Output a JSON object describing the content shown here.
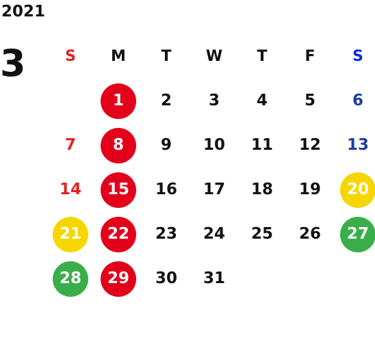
{
  "calendar": {
    "year": "2021",
    "month": "3",
    "weekdays": [
      "S",
      "M",
      "T",
      "W",
      "T",
      "F",
      "S"
    ],
    "weekday_colors": [
      "#e2241d",
      "#111111",
      "#111111",
      "#111111",
      "#111111",
      "#111111",
      "#0a2ee6"
    ],
    "weeks": [
      [
        null,
        {
          "day": "1",
          "mark": "red"
        },
        {
          "day": "2"
        },
        {
          "day": "3"
        },
        {
          "day": "4"
        },
        {
          "day": "5"
        },
        {
          "day": "6",
          "style": "sat"
        }
      ],
      [
        {
          "day": "7",
          "style": "sun"
        },
        {
          "day": "8",
          "mark": "red"
        },
        {
          "day": "9"
        },
        {
          "day": "10"
        },
        {
          "day": "11"
        },
        {
          "day": "12"
        },
        {
          "day": "13",
          "style": "sat"
        }
      ],
      [
        {
          "day": "14",
          "style": "sun"
        },
        {
          "day": "15",
          "mark": "red"
        },
        {
          "day": "16"
        },
        {
          "day": "17"
        },
        {
          "day": "18"
        },
        {
          "day": "19"
        },
        {
          "day": "20",
          "mark": "yellow"
        }
      ],
      [
        {
          "day": "21",
          "mark": "yellow"
        },
        {
          "day": "22",
          "mark": "red"
        },
        {
          "day": "23"
        },
        {
          "day": "24"
        },
        {
          "day": "25"
        },
        {
          "day": "26"
        },
        {
          "day": "27",
          "mark": "green"
        }
      ],
      [
        {
          "day": "28",
          "mark": "green"
        },
        {
          "day": "29",
          "mark": "red"
        },
        {
          "day": "30"
        },
        {
          "day": "31"
        },
        null,
        null,
        null
      ]
    ]
  },
  "colors": {
    "red_mark": "#e2001a",
    "yellow_mark": "#f6d600",
    "green_mark": "#3aae4a",
    "sunday_text": "#e2241d",
    "saturday_text": "#1c3f9c"
  }
}
